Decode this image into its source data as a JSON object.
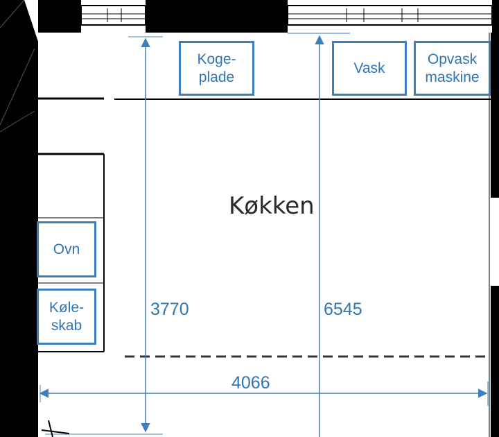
{
  "room": {
    "name": "Køkken"
  },
  "appliances": {
    "kogeplade": "Koge-\nplade",
    "vask": "Vask",
    "opvaskemaskine": "Opvask\nmaskine",
    "ovn": "Ovn",
    "koleskab": "Køle-\nskab"
  },
  "dimensions": {
    "height_left": "3770",
    "height_right": "6545",
    "width": "4066"
  },
  "colors": {
    "wall": "#000000",
    "dimension": "#2e75b6",
    "appliance_border": "#3d7ebf"
  }
}
